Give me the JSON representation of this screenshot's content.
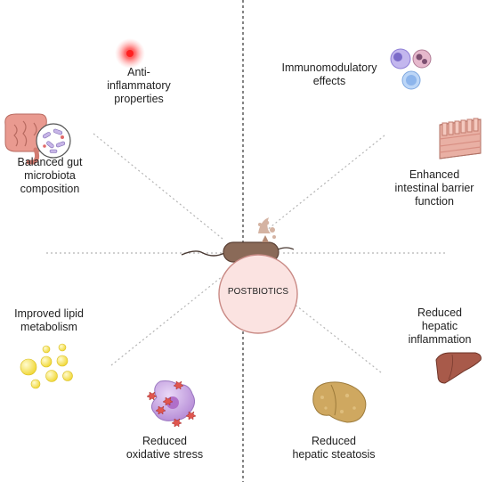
{
  "center": {
    "label": "POSTBIOTICS"
  },
  "effects": [
    {
      "id": "anti-inflammatory",
      "label": "Anti-\ninflammatory\nproperties"
    },
    {
      "id": "immunomodulatory",
      "label": "Immunomodulatory\neffects"
    },
    {
      "id": "balanced-gut",
      "label": "Balanced gut\nmicrobiota\ncomposition"
    },
    {
      "id": "intestinal-barrier",
      "label": "Enhanced\nintestinal barrier\nfunction"
    },
    {
      "id": "lipid-metabolism",
      "label": "Improved lipid\nmetabolism"
    },
    {
      "id": "hepatic-inflammation",
      "label": "Reduced\nhepatic\ninflammation"
    },
    {
      "id": "oxidative-stress",
      "label": "Reduced\noxidative stress"
    },
    {
      "id": "hepatic-steatosis",
      "label": "Reduced\nhepatic steatosis"
    }
  ],
  "colors": {
    "bacterium": "#8a6a58",
    "center_fill": "#fbe3e1",
    "center_stroke": "#c98a85",
    "inflammation": "#ee3a3a",
    "liver": "#a85a4a",
    "steatosis": "#cfa860",
    "lipid": "#f2e14a",
    "oxidative": "#c9a3e3",
    "gut": "#e08f86"
  },
  "icons": [
    "inflammation-glow-icon",
    "immune-cells-icon",
    "intestine-icon",
    "intestinal-barrier-icon",
    "lipid-droplets-icon",
    "liver-icon",
    "oxidative-cell-icon",
    "fatty-liver-icon",
    "bacterium-icon"
  ]
}
